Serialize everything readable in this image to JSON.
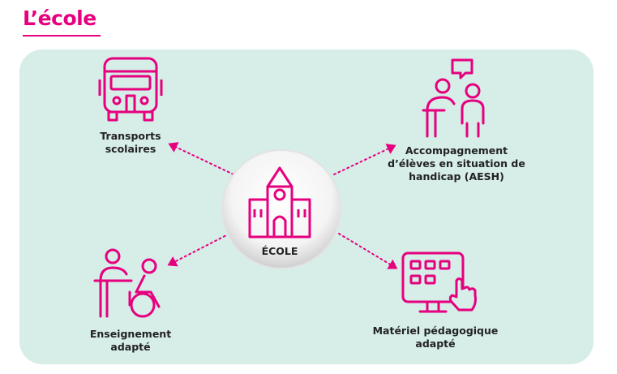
{
  "title": "L’école",
  "center": {
    "label": "ÉCOLE",
    "icon": "school-building-icon"
  },
  "nodes": [
    {
      "id": "transports",
      "label": "Transports\nscolaires",
      "icon": "school-bus-icon"
    },
    {
      "id": "aesh",
      "label": "Accompagnement\nd’élèves en situation de\nhandicap (AESH)",
      "icon": "assistant-support-icon"
    },
    {
      "id": "enseignement",
      "label": "Enseignement\nadapté",
      "icon": "wheelchair-student-icon"
    },
    {
      "id": "materiel",
      "label": "Matériel pédagogique\nadapté",
      "icon": "touchscreen-monitor-icon"
    }
  ],
  "colors": {
    "accent": "#e6007e",
    "panel": "#d6ede8",
    "text": "#222222"
  }
}
